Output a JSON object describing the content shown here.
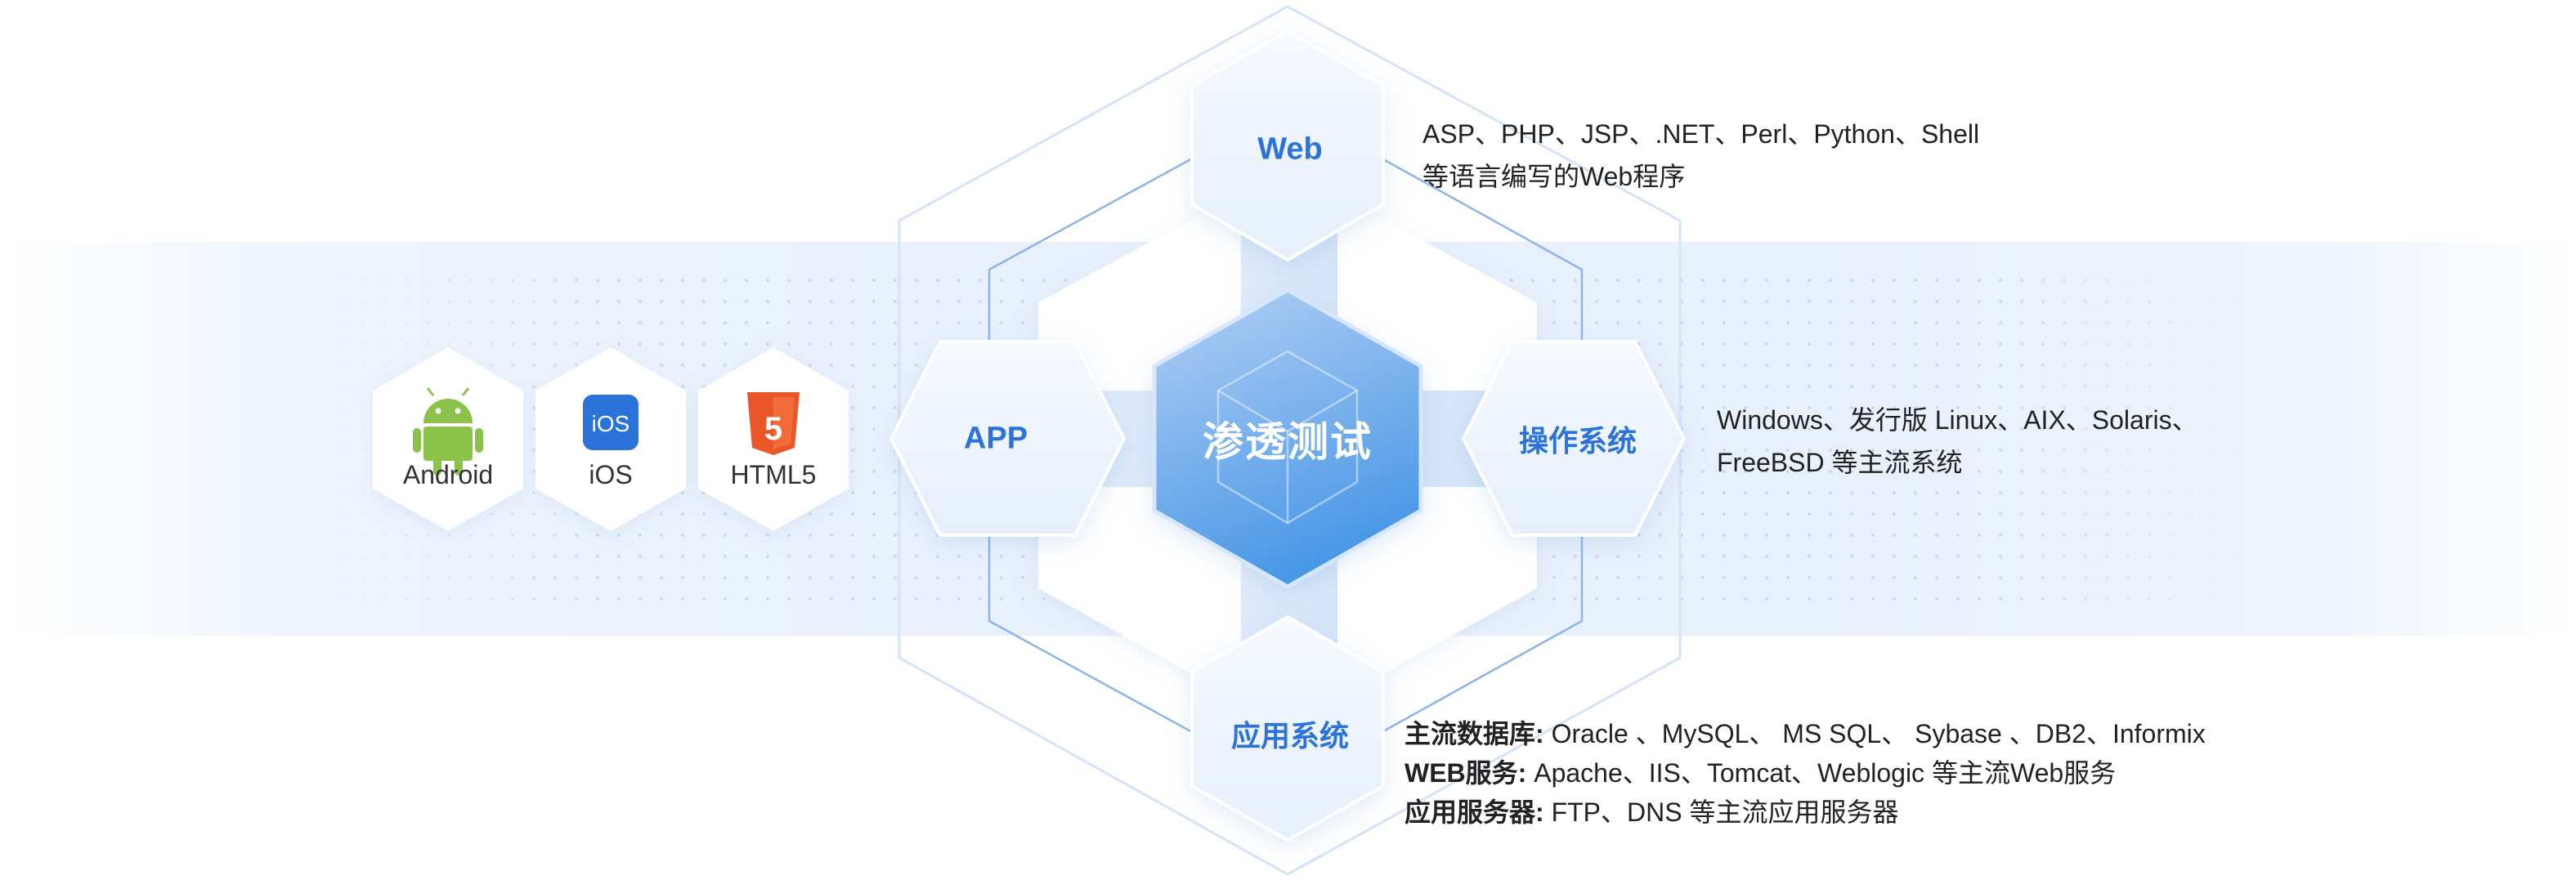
{
  "center": {
    "label": "渗透测试"
  },
  "nodes": {
    "web": "Web",
    "app": "APP",
    "os": "操作系统",
    "appsys": "应用系统"
  },
  "platforms": [
    {
      "label": "Android",
      "icon": "android-icon"
    },
    {
      "label": "iOS",
      "icon": "ios-icon",
      "badge": "iOS"
    },
    {
      "label": "HTML5",
      "icon": "html5-icon",
      "badge": "5"
    }
  ],
  "descriptions": {
    "web": {
      "line1": "ASP、PHP、JSP、.NET、Perl、Python、Shell",
      "line2": "等语言编写的Web程序"
    },
    "os": {
      "line1": "Windows、发行版 Linux、AIX、Solaris、",
      "line2": "FreeBSD 等主流系统"
    },
    "appsys": [
      {
        "label": "主流数据库:",
        "text": " Oracle 、MySQL、 MS SQL、 Sybase 、DB2、Informix"
      },
      {
        "label": "WEB服务:",
        "text": " Apache、IIS、Tomcat、Weblogic 等主流Web服务"
      },
      {
        "label": "应用服务器:",
        "text": " FTP、DNS 等主流应用服务器"
      }
    ]
  },
  "colors": {
    "accent": "#2b73d9",
    "center_top": "#a9c9f3",
    "center_bottom": "#4f9be6",
    "android": "#8bc34a",
    "ios": "#2b73d9",
    "html5": "#e8562a"
  }
}
